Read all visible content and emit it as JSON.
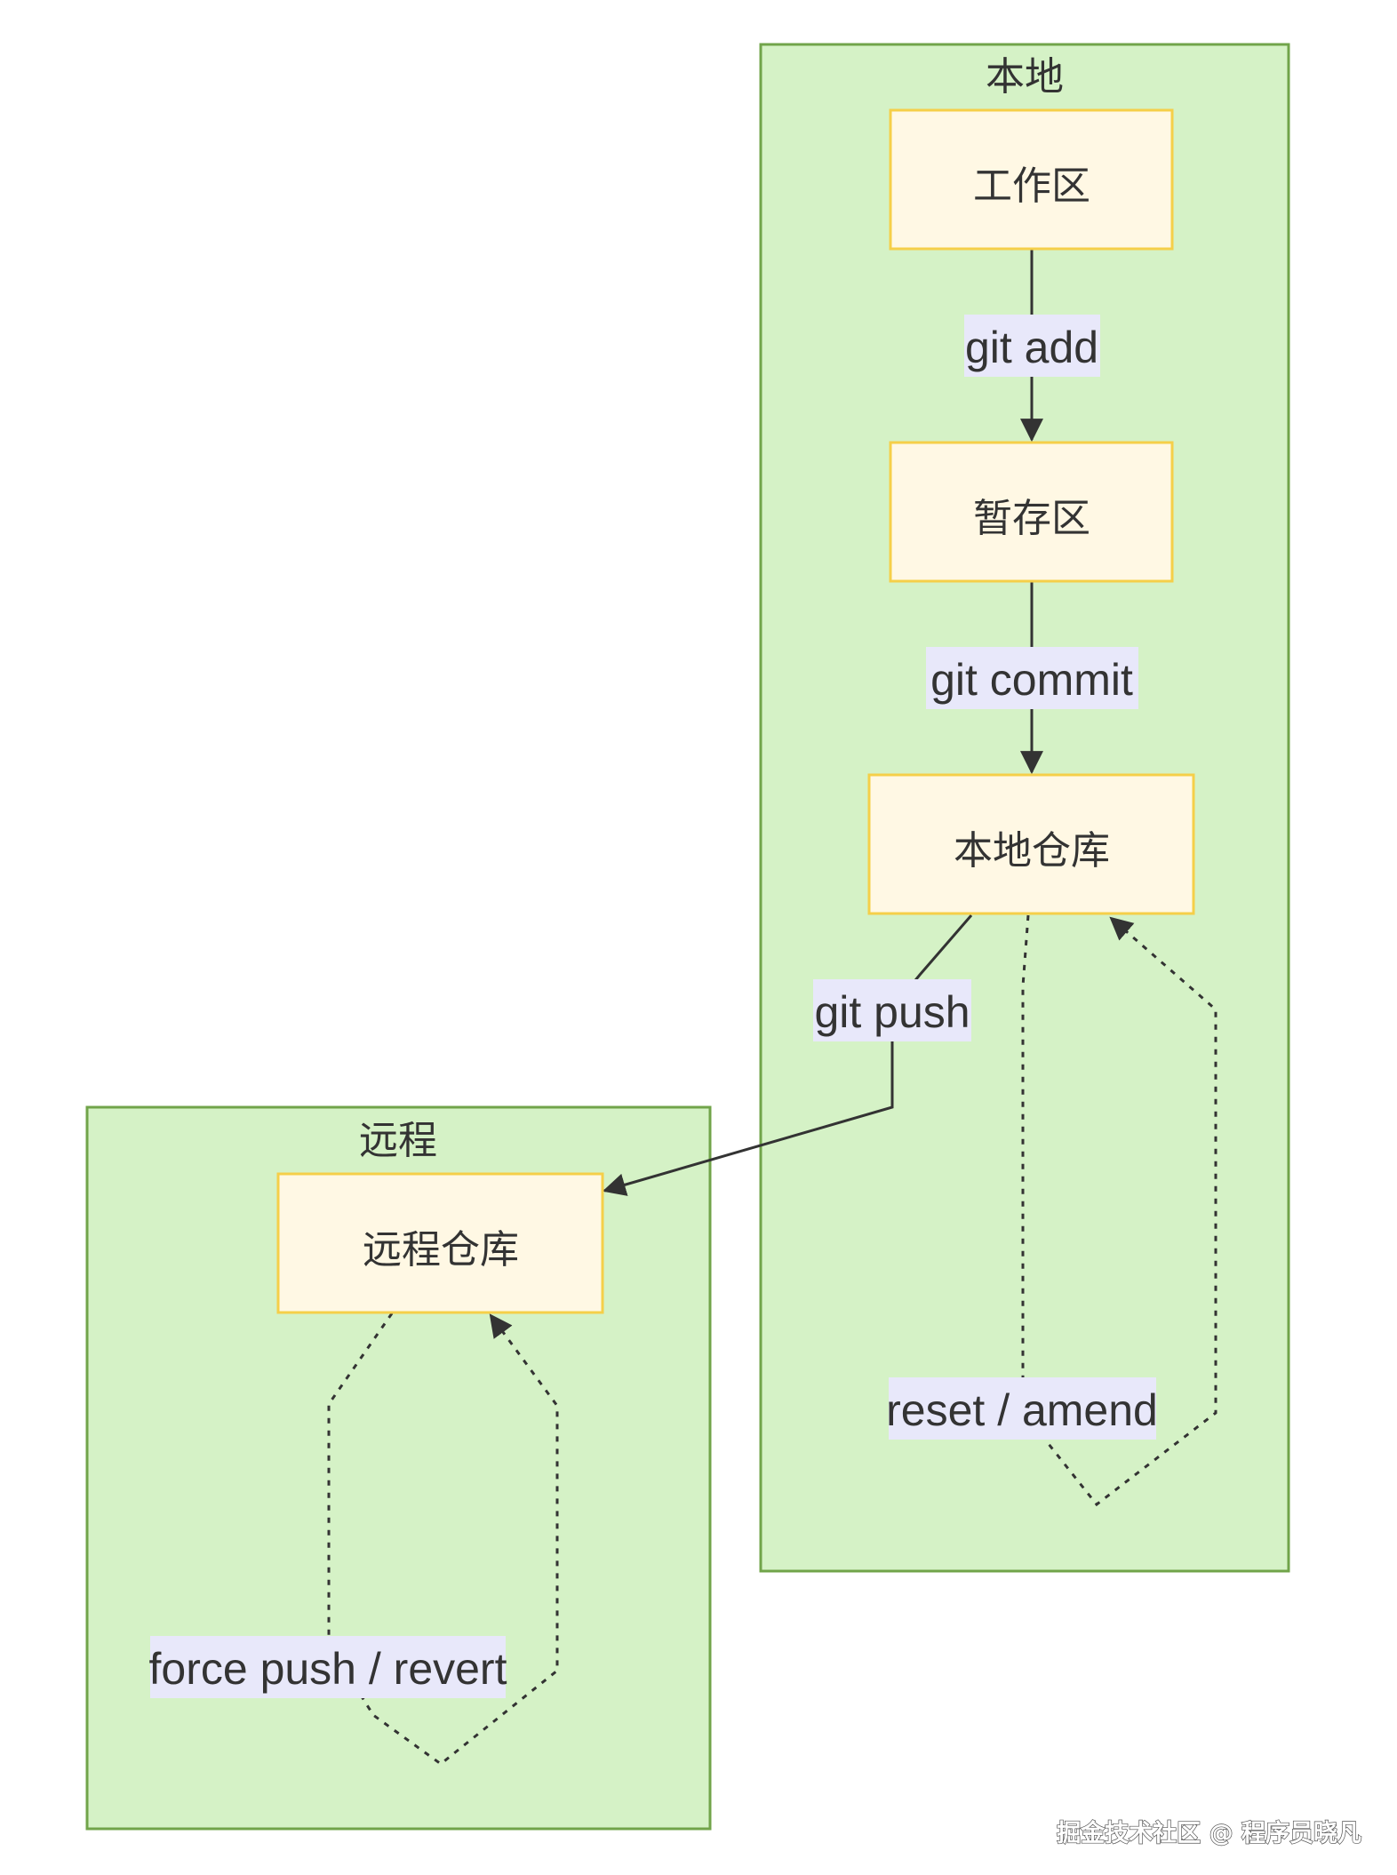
{
  "clusters": {
    "local": {
      "title": "本地"
    },
    "remote": {
      "title": "远程"
    }
  },
  "nodes": {
    "workspace": "工作区",
    "staging": "暂存区",
    "local_repo": "本地仓库",
    "remote_repo": "远程仓库"
  },
  "edges": {
    "git_add": "git add",
    "git_commit": "git commit",
    "git_push": "git push",
    "reset_amend": "reset / amend",
    "force_push_revert": "force push / revert"
  },
  "watermark": "掘金技术社区 @ 程序员晓凡",
  "colors": {
    "cluster_fill": "#d5f2c6",
    "cluster_border": "#71a44a",
    "node_fill": "#fff8e4",
    "node_border": "#f5cf49",
    "label_bg": "#e8e8fa",
    "text": "#333333"
  }
}
